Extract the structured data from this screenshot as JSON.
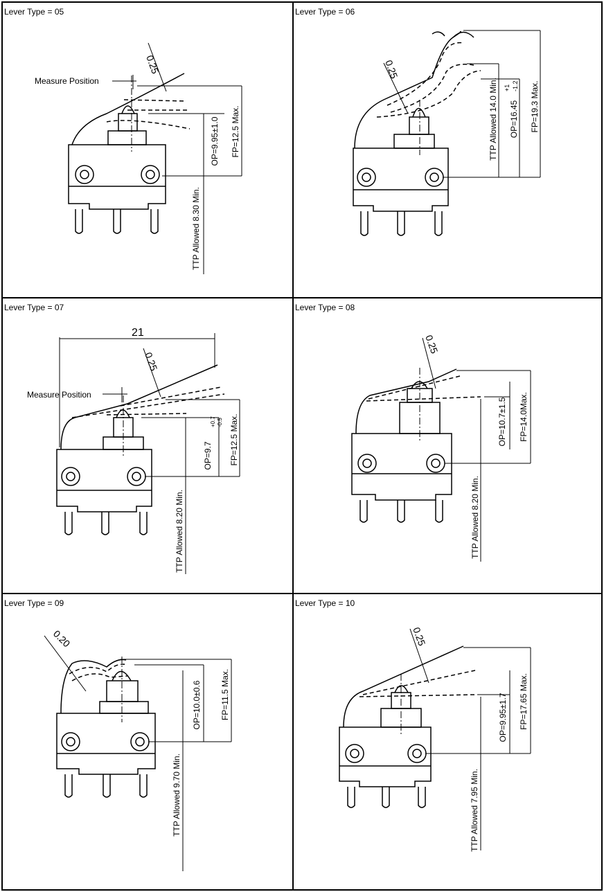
{
  "panels": [
    {
      "title": "Lever Type = 05",
      "measure_label": "Measure Position",
      "thickness": "0.25",
      "op": "OP=9.95±1.0",
      "fp": "FP=12.5 Max.",
      "ttp": "TTP Allowed 8.30 Min."
    },
    {
      "title": "Lever Type = 06",
      "thickness": "0.25",
      "ttp": "TTP Allowed 14.0 Min.",
      "op_main": "OP=16.45",
      "op_tol_upper": "+1",
      "op_tol_lower": "-1.2",
      "fp": "FP=19.3 Max."
    },
    {
      "title": "Lever Type = 07",
      "measure_label": "Measure Position",
      "length": "21",
      "thickness": "0.25",
      "op_main": "OP=9.7",
      "op_tol_upper": "+0.7",
      "op_tol_lower": "-0.5",
      "fp": "FP=12.5 Max.",
      "ttp": "TTP Allowed 8.20 Min."
    },
    {
      "title": "Lever Type = 08",
      "thickness": "0.25",
      "op": "OP=10.7±1.5",
      "fp": "FP=14.0Max.",
      "ttp": "TTP Allowed 8.20 Min."
    },
    {
      "title": "Lever Type = 09",
      "thickness": "0.20",
      "op": "OP=10.0±0.6",
      "fp": "FP=11.5 Max.",
      "ttp": "TTP Allowed 9.70 Min."
    },
    {
      "title": "Lever Type = 10",
      "thickness": "0.25",
      "op": "OP=9.95±1.7",
      "fp": "FP=17.65 Max.",
      "ttp": "TTP Allowed 7.95 Min."
    }
  ]
}
